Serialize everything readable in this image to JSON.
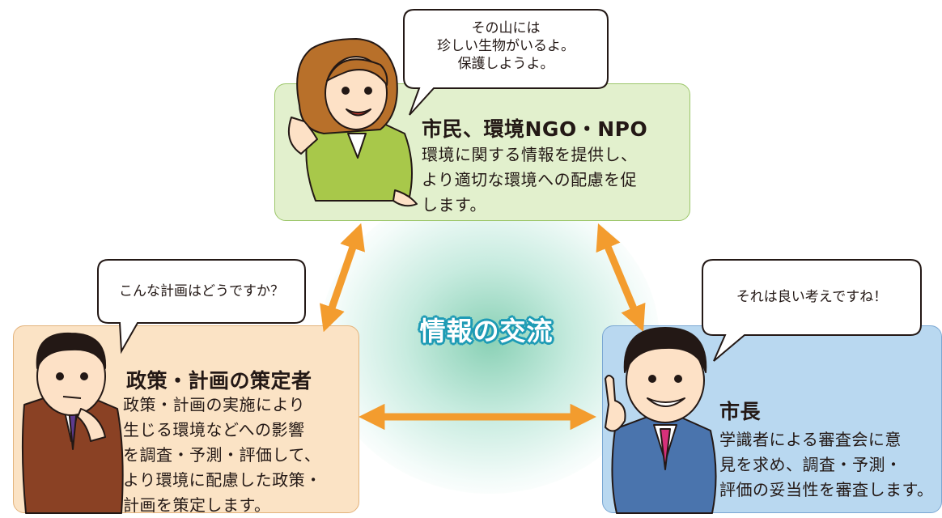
{
  "center": {
    "label": "情報の交流"
  },
  "colors": {
    "arrow": "#f39c2e",
    "citizen_box": "#e2f0cd",
    "planner_box": "#fbe3c5",
    "mayor_box": "#b9d8f0"
  },
  "citizen": {
    "title": "市民、環境NGO・NPO",
    "desc": [
      "環境に関する情報を提供し、",
      "より適切な環境への配慮を促",
      "します。"
    ],
    "speech": [
      "その山には",
      "珍しい生物がいるよ。",
      "保護しようよ。"
    ]
  },
  "planner": {
    "title": "政策・計画の策定者",
    "desc": [
      "政策・計画の実施により",
      "生じる環境などへの影響",
      "を調査・予測・評価して、",
      "より環境に配慮した政策・",
      "計画を策定します。"
    ],
    "speech": [
      "こんな計画はどうですか？"
    ]
  },
  "mayor": {
    "title": "市長",
    "desc": [
      "学識者による審査会に意",
      "見を求め、調査・予測・",
      "評価の妥当性を審査します。"
    ],
    "speech": [
      "それは良い考えですね！"
    ]
  }
}
